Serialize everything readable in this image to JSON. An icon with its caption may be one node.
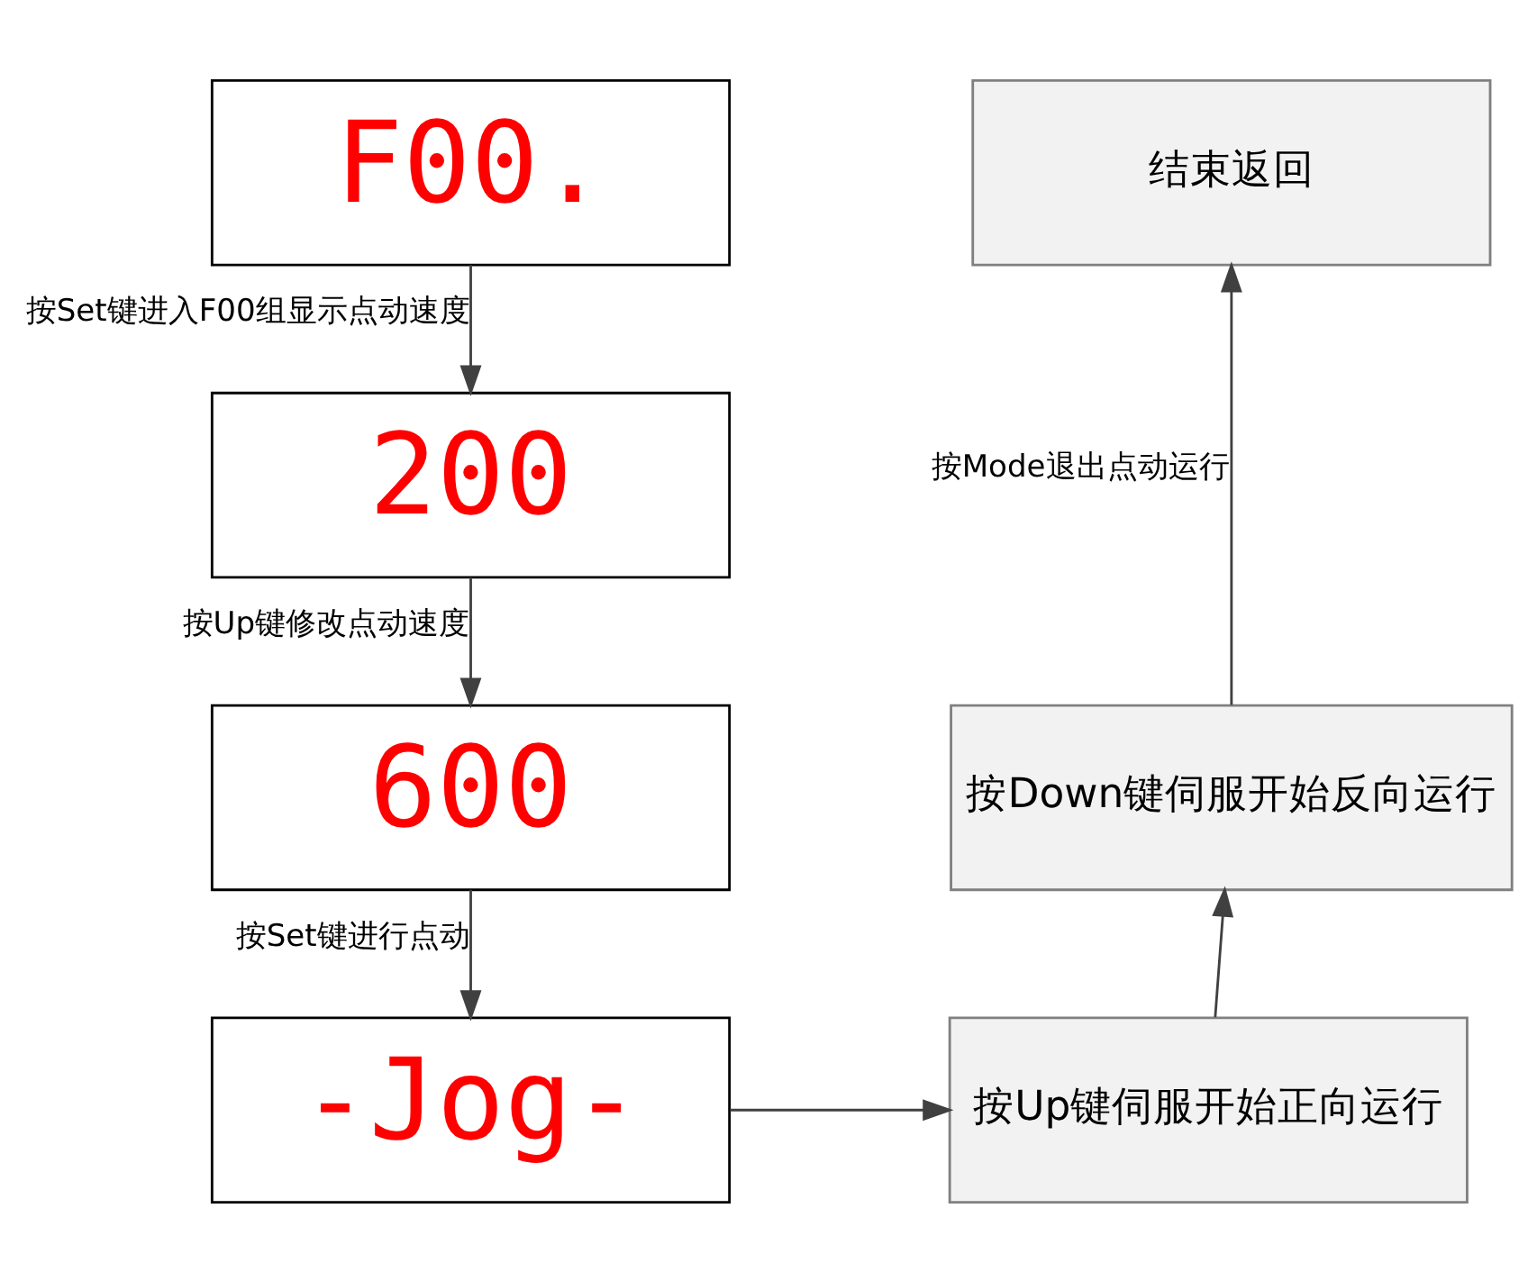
{
  "diagram": {
    "nodes": [
      {
        "text": [
          "F00."
        ]
      },
      {
        "text": [
          "200"
        ]
      },
      {
        "text": [
          "600"
        ]
      },
      {
        "text": [
          "-Jog-"
        ]
      },
      {
        "text": [
          "按Up键伺服开始正向运行"
        ]
      },
      {
        "text": [
          "按Down键伺服开始反向运行"
        ]
      },
      {
        "text": [
          "结束返回"
        ]
      }
    ],
    "edges": [
      {
        "from": 0,
        "to": 1,
        "arrow": "to",
        "label": "按Set键进入F00组显示点动速度"
      },
      {
        "from": 1,
        "to": 2,
        "arrow": "to",
        "label": "按Up键修改点动速度"
      },
      {
        "from": 2,
        "to": 3,
        "arrow": "to",
        "label": "按Set键进行点动"
      },
      {
        "from": 3,
        "to": 4,
        "arrow": "to"
      },
      {
        "from": 4,
        "to": 5,
        "arrow": "to"
      },
      {
        "from": 5,
        "to": 6,
        "arrow": "to",
        "label": "按Mode退出点动运行"
      }
    ]
  }
}
